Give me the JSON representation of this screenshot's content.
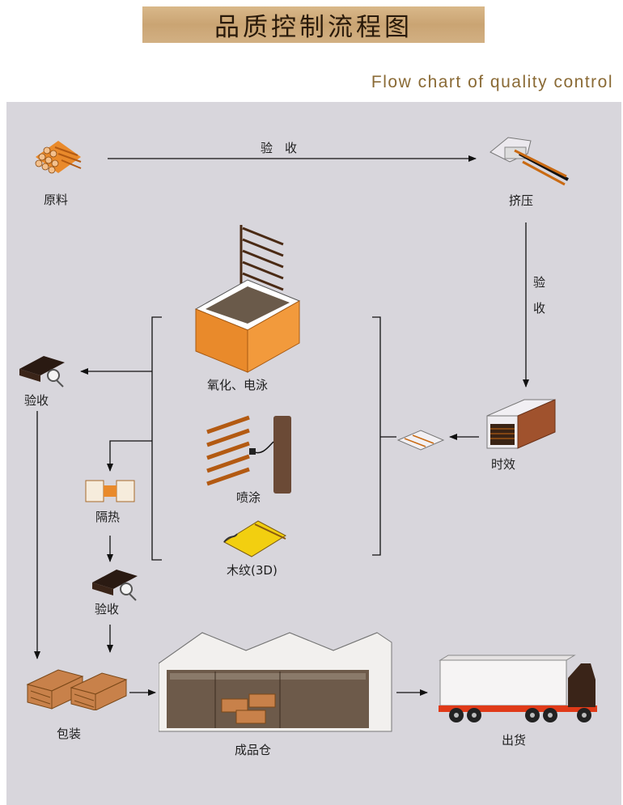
{
  "title": "品质控制流程图",
  "subtitle": "Flow chart of quality control",
  "nodes": {
    "raw": "原料",
    "extrude": "挤压",
    "aging": "时效",
    "oxidation": "氧化、电泳",
    "spray": "喷涂",
    "wood": "木纹(3D)",
    "inspect_left": "验收",
    "insulation": "隔热",
    "inspect_mid": "验收",
    "packing": "包装",
    "warehouse": "成品仓",
    "shipping": "出货"
  },
  "edges": {
    "raw_to_extrude": "验　收",
    "extrude_to_aging_1": "验",
    "extrude_to_aging_2": "收"
  },
  "colors": {
    "banner": "#caa473",
    "panel": "#d8d6dc",
    "accent_orange": "#e98a2b",
    "wood_brown": "#a0522d",
    "subtitle": "#8a6a35"
  }
}
